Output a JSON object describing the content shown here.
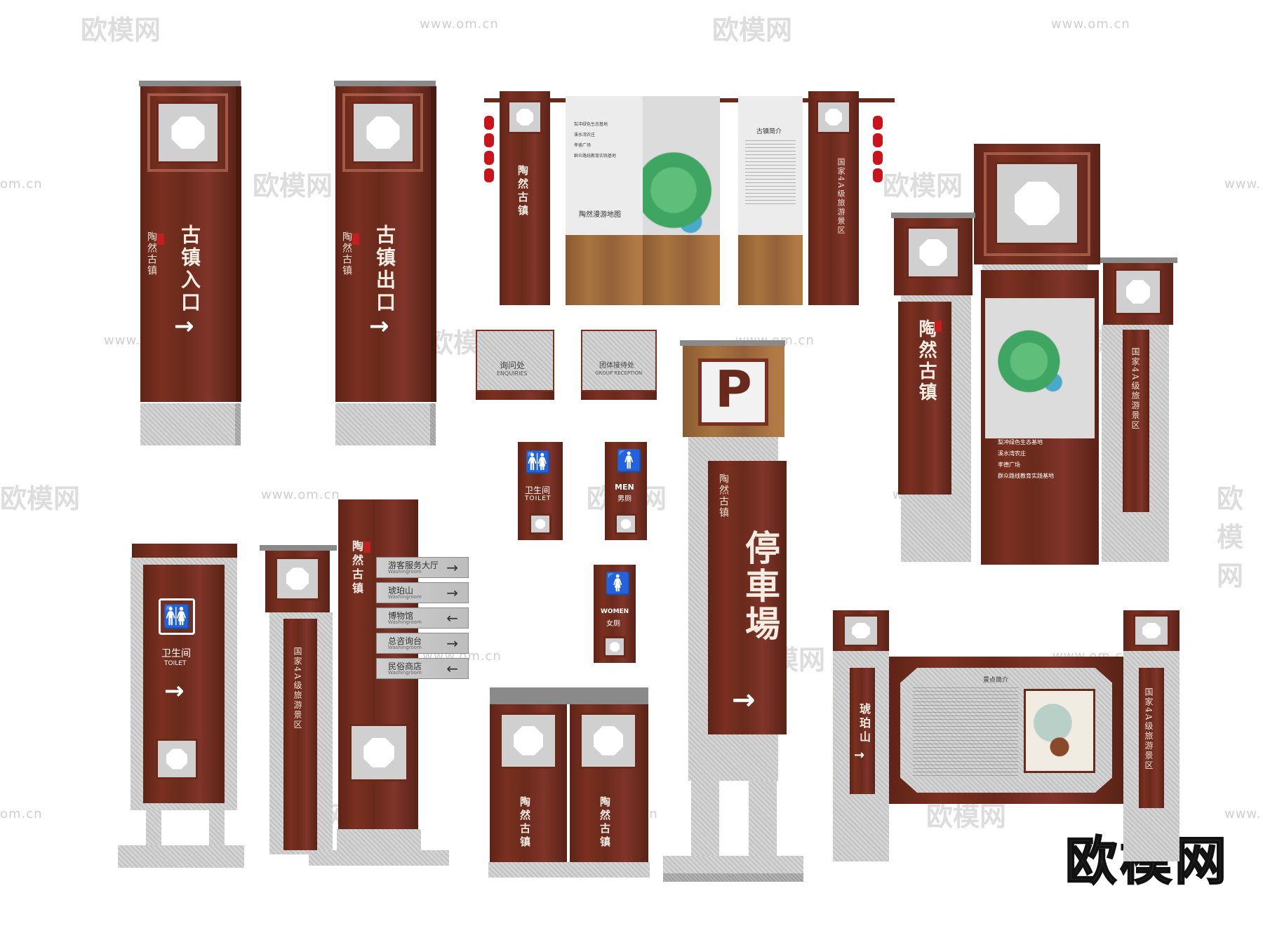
{
  "watermarks": {
    "brand": "欧模网",
    "url": "www.om.cn",
    "url_partial": "om.cn",
    "url_partial2": "www."
  },
  "signs": {
    "entrance": {
      "brand": "陶然古镇",
      "text": "古镇入口",
      "arrow": "→"
    },
    "exit": {
      "brand": "陶然古镇",
      "text": "古镇出口",
      "arrow": "→"
    },
    "gallery": {
      "brand": "陶然古镇",
      "panel1_lines": [
        "梨冲绿色生态基地",
        "溪水湾农庄",
        "孝德广场",
        "群众路线教育实践基地"
      ],
      "panel1_caption": "陶然漫游地图",
      "panel3_title": "古镇简介",
      "right_text": "国家4A级旅游景区"
    },
    "big_map": {
      "brand": "陶然古镇",
      "lines": [
        "梨冲绿色生态基地",
        "溪水湾农庄",
        "孝德广场",
        "群众路线教育实践基地"
      ],
      "side_text": "国家4A级旅游景区"
    },
    "enquiries": {
      "cn": "询问处",
      "en": "ENQUIRIES"
    },
    "group_reception": {
      "cn": "团体接待处",
      "en": "GROUP RECEPTION"
    },
    "toilet": {
      "cn": "卫生间",
      "en": "TOILET"
    },
    "men": {
      "en": "MEN",
      "cn": "男厕"
    },
    "women": {
      "en": "WOMEN",
      "cn": "女厕"
    },
    "parking": {
      "symbol": "P",
      "brand": "陶然古镇",
      "text": "停車場",
      "arrow": "→"
    },
    "toilet_post": {
      "cn": "卫生间",
      "en": "TOILET",
      "arrow": "→"
    },
    "directory": {
      "brand": "陶然古镇",
      "side_text": "国家4A级旅游景区",
      "items": [
        {
          "label": "游客服务大厅",
          "sub": "Washingroom",
          "arrow": "→"
        },
        {
          "label": "琥珀山",
          "sub": "Washingroom",
          "arrow": "→"
        },
        {
          "label": "博物馆",
          "sub": "Washingroom",
          "arrow": "←"
        },
        {
          "label": "总咨询台",
          "sub": "Washingroom",
          "arrow": "→"
        },
        {
          "label": "民俗商店",
          "sub": "Washingroom",
          "arrow": "←"
        }
      ]
    },
    "bins": {
      "brand": "陶然古镇"
    },
    "scenic_intro": {
      "title": "景点简介",
      "left_text": "琥珀山",
      "arrow": "→",
      "right_text": "国家4A级旅游景区"
    }
  },
  "colors": {
    "wood": "#6a2a1b",
    "stone": "#c9c9c9",
    "seal": "#c41e1e"
  }
}
